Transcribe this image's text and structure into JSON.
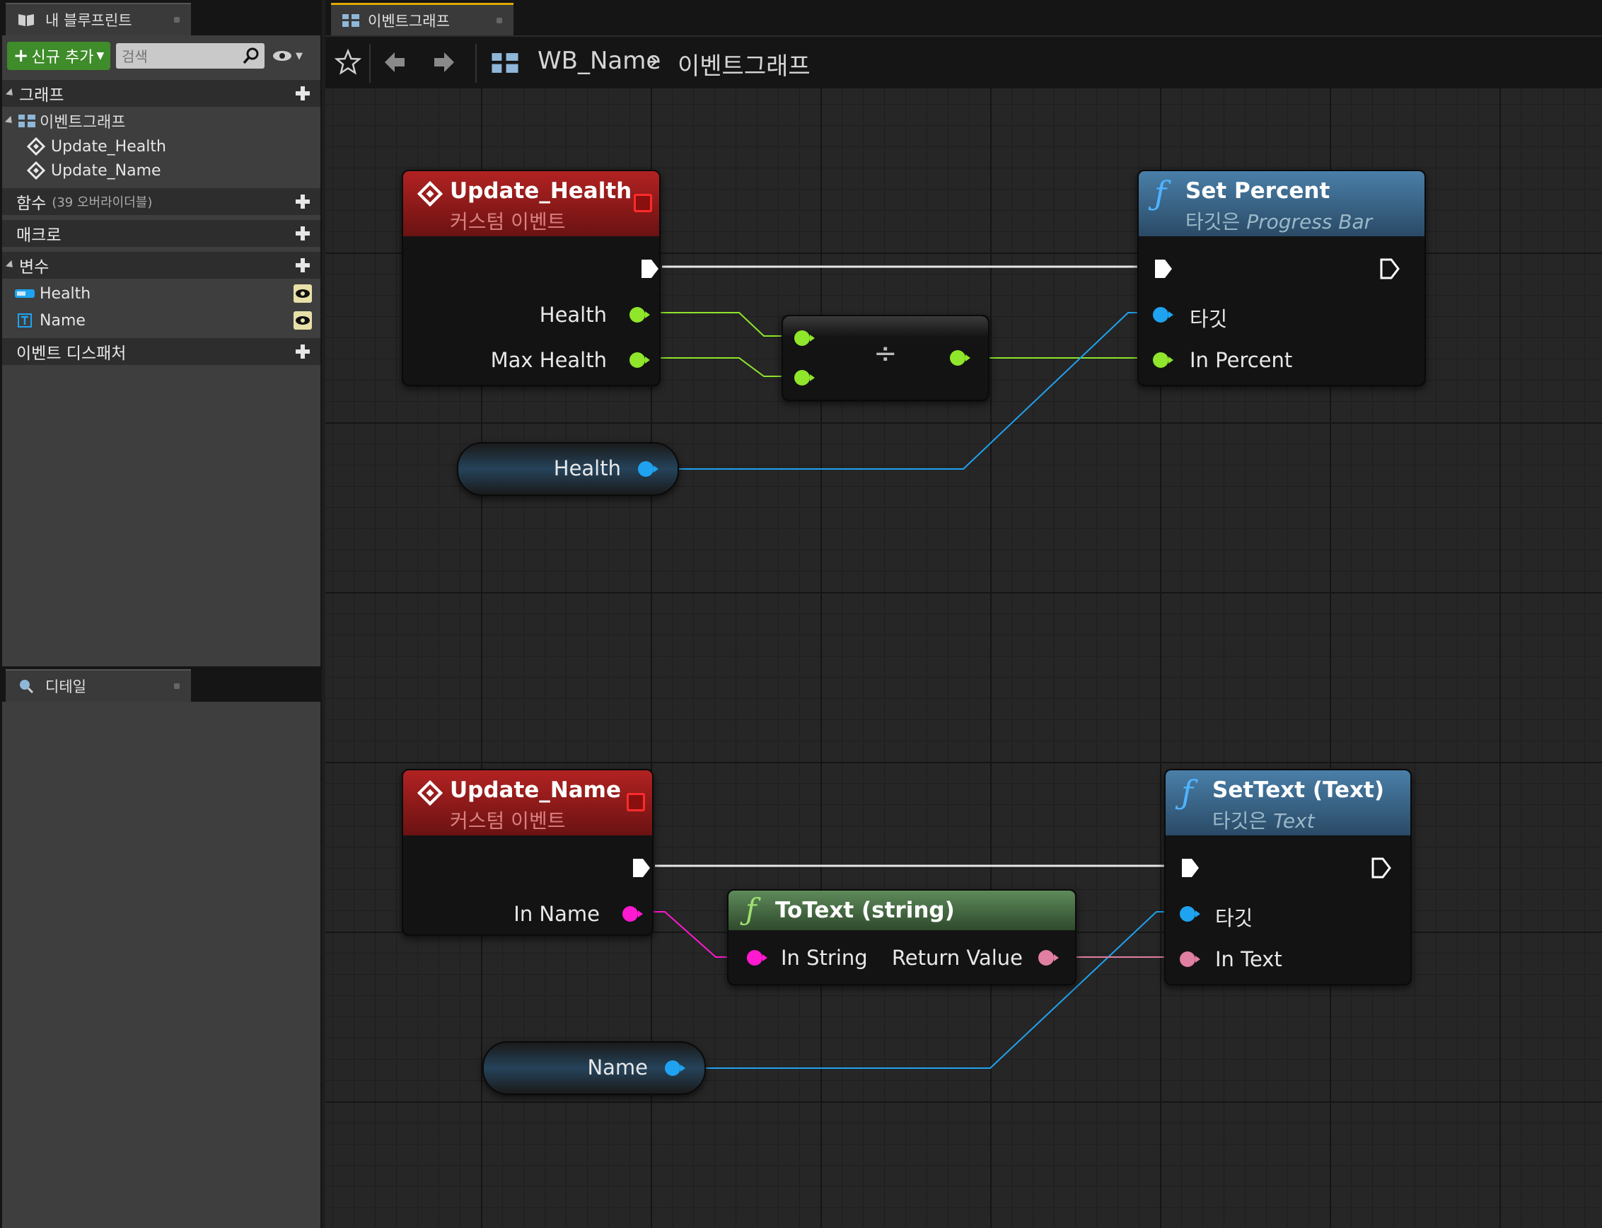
{
  "left_panel": {
    "tab_label": "내 블루프린트",
    "add_new_label": "신규 추가",
    "search_placeholder": "검색",
    "sections": {
      "graphs": "그래프",
      "functions": "함수",
      "functions_sub": "(39 오버라이더블)",
      "macros": "매크로",
      "variables": "변수",
      "event_dispatchers": "이벤트 디스패처"
    },
    "event_graph_label": "이벤트그래프",
    "events": [
      "Update_Health",
      "Update_Name"
    ],
    "variables": [
      "Health",
      "Name"
    ],
    "details_tab_label": "디테일"
  },
  "graph_tab": {
    "label": "이벤트그래프"
  },
  "breadcrumb": {
    "blueprint": "WB_Name",
    "separator": "›",
    "graph": "이벤트그래프"
  },
  "nodes": {
    "update_health": {
      "title": "Update_Health",
      "subtitle": "커스텀 이벤트",
      "pins": [
        "Health",
        "Max Health"
      ]
    },
    "set_percent": {
      "title": "Set Percent",
      "subtitle_prefix": "타깃은 ",
      "subtitle_target": "Progress Bar",
      "pins": [
        "타깃",
        "In Percent"
      ]
    },
    "divide": {
      "symbol": "÷"
    },
    "health_var": {
      "label": "Health"
    },
    "update_name": {
      "title": "Update_Name",
      "subtitle": "커스텀 이벤트",
      "pins": [
        "In Name"
      ]
    },
    "to_text": {
      "title": "ToText (string)",
      "in_pin": "In String",
      "out_pin": "Return Value"
    },
    "set_text": {
      "title": "SetText (Text)",
      "subtitle_prefix": "타깃은 ",
      "subtitle_target": "Text",
      "pins": [
        "타깃",
        "In Text"
      ]
    },
    "name_var": {
      "label": "Name"
    }
  },
  "colors": {
    "float_pin": "#8fe62a",
    "object_pin": "#1fa3f0",
    "string_pin": "#ff19d0",
    "text_pin": "#e07fa2",
    "event_header": "#b22222",
    "function_header": "#4a7fa8",
    "pure_header": "#5e8a5a"
  }
}
